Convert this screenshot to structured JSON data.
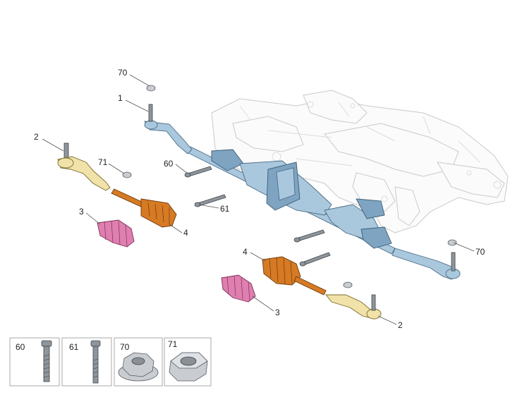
{
  "callouts": {
    "c70a": "70",
    "c1": "1",
    "c2a": "2",
    "c71": "71",
    "c60": "60",
    "c3a": "3",
    "c61": "61",
    "c4a": "4",
    "c4b": "4",
    "c70b": "70",
    "c3b": "3",
    "c2b": "2"
  },
  "legend": {
    "b60": "60",
    "b61": "61",
    "b70": "70",
    "b71": "71"
  },
  "colors": {
    "rack": "#a9c7dd",
    "tie_rod_end": "#f0e2a8",
    "inner_tie_rod": "#d67a24",
    "boot": "#df7fb0",
    "subframe": "#fbfbfb"
  }
}
